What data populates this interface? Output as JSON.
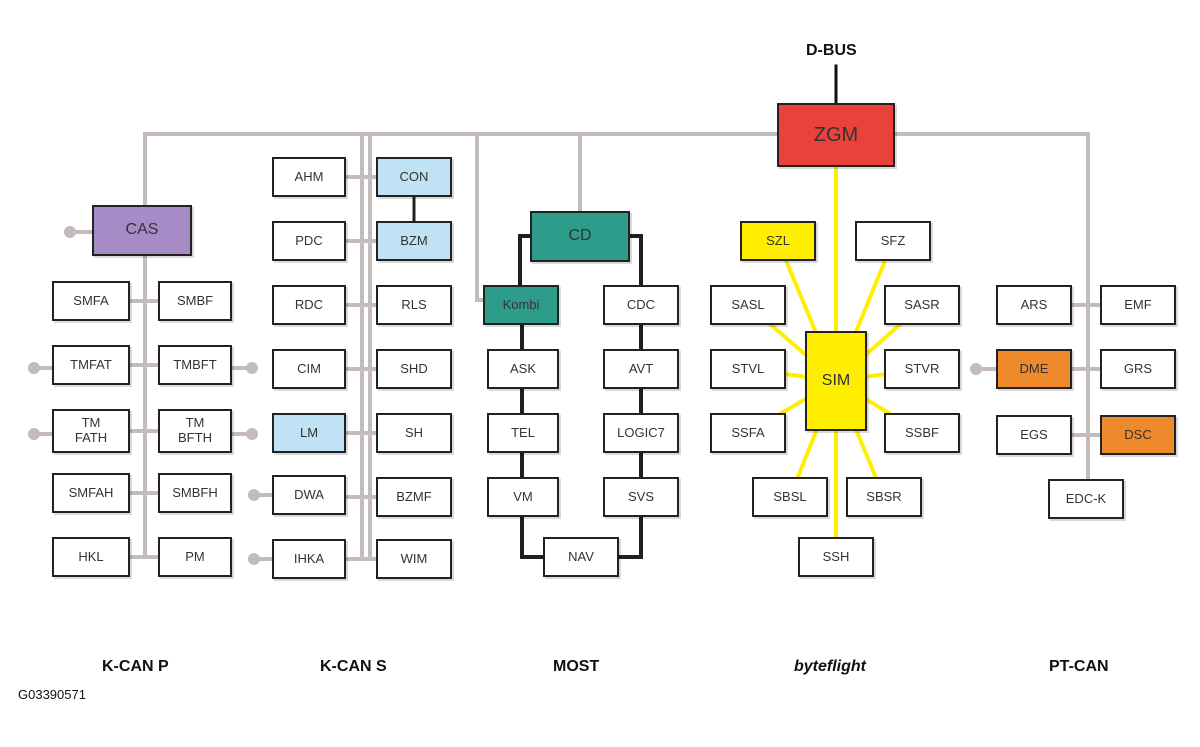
{
  "title": "D-BUS",
  "colors": {
    "gateway": "#e8423a",
    "cas": "#a68bc6",
    "most": "#2e9c8b",
    "byteflight": "#ffee00",
    "ptcan": "#ef8a2c",
    "kcan": "#bfe2f4",
    "wire": "#c4bcbc",
    "most_ring": "#1f1f1f"
  },
  "nodes": {
    "zgm": "ZGM",
    "cas": "CAS",
    "smfa": "SMFA",
    "smbf": "SMBF",
    "tmfat": "TMFAT",
    "tmbft": "TMBFT",
    "tmfath": "TM\nFATH",
    "tmbfth": "TM\nBFTH",
    "smfah": "SMFAH",
    "smbfh": "SMBFH",
    "hkl": "HKL",
    "pm": "PM",
    "ahm": "AHM",
    "con": "CON",
    "pdc": "PDC",
    "bzm": "BZM",
    "rdc": "RDC",
    "rls": "RLS",
    "cim": "CIM",
    "shd": "SHD",
    "lm": "LM",
    "sh": "SH",
    "dwa": "DWA",
    "bzmf": "BZMF",
    "ihka": "IHKA",
    "wim": "WIM",
    "cd": "CD",
    "kombi": "Kombi",
    "cdc": "CDC",
    "ask": "ASK",
    "avt": "AVT",
    "tel": "TEL",
    "logic7": "LOGIC7",
    "vm": "VM",
    "svs": "SVS",
    "nav": "NAV",
    "szl": "SZL",
    "sfz": "SFZ",
    "sasl": "SASL",
    "sasr": "SASR",
    "sim": "SIM",
    "stvl": "STVL",
    "stvr": "STVR",
    "ssfa": "SSFA",
    "ssbf": "SSBF",
    "sbsl": "SBSL",
    "sbsr": "SBSR",
    "ssh": "SSH",
    "ars": "ARS",
    "emf": "EMF",
    "dme": "DME",
    "grs": "GRS",
    "egs": "EGS",
    "dsc": "DSC",
    "edck": "EDC-K"
  },
  "bus_labels": {
    "kcan_p": "K-CAN P",
    "kcan_s": "K-CAN S",
    "most": "MOST",
    "byteflight": "byteflight",
    "pt_can": "PT-CAN"
  },
  "figure_code": "G03390571"
}
